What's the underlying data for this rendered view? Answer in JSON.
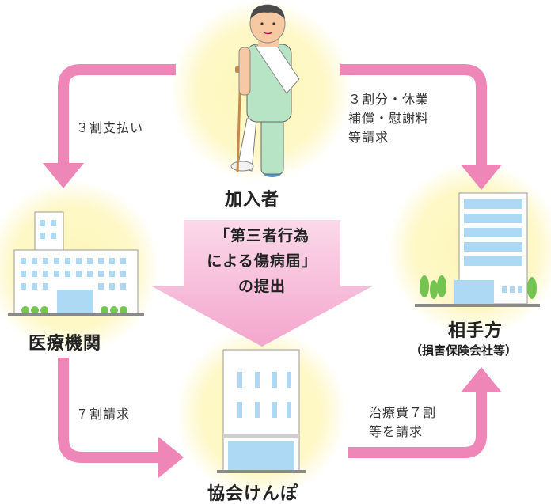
{
  "nodes": {
    "member": "加入者",
    "hospital": "医療機関",
    "counterparty": "相手方",
    "counterparty_sub": "（損害保険会社等）",
    "association": "協会けんぽ"
  },
  "edges": {
    "member_to_hospital": "３割支払い",
    "member_to_counterparty": [
      "３割分・休業",
      "補償・慰謝料",
      "等請求"
    ],
    "hospital_to_association": "７割請求",
    "association_to_counterparty": [
      "治療費７割",
      "等を請求"
    ]
  },
  "center_arrow": [
    "「第三者行為",
    "による傷病届」",
    "の提出"
  ],
  "colors": {
    "arrow": "#ee86b8",
    "glow": "#fdf6b9",
    "building_blue": "#aed9f5",
    "tree": "#74c452"
  }
}
